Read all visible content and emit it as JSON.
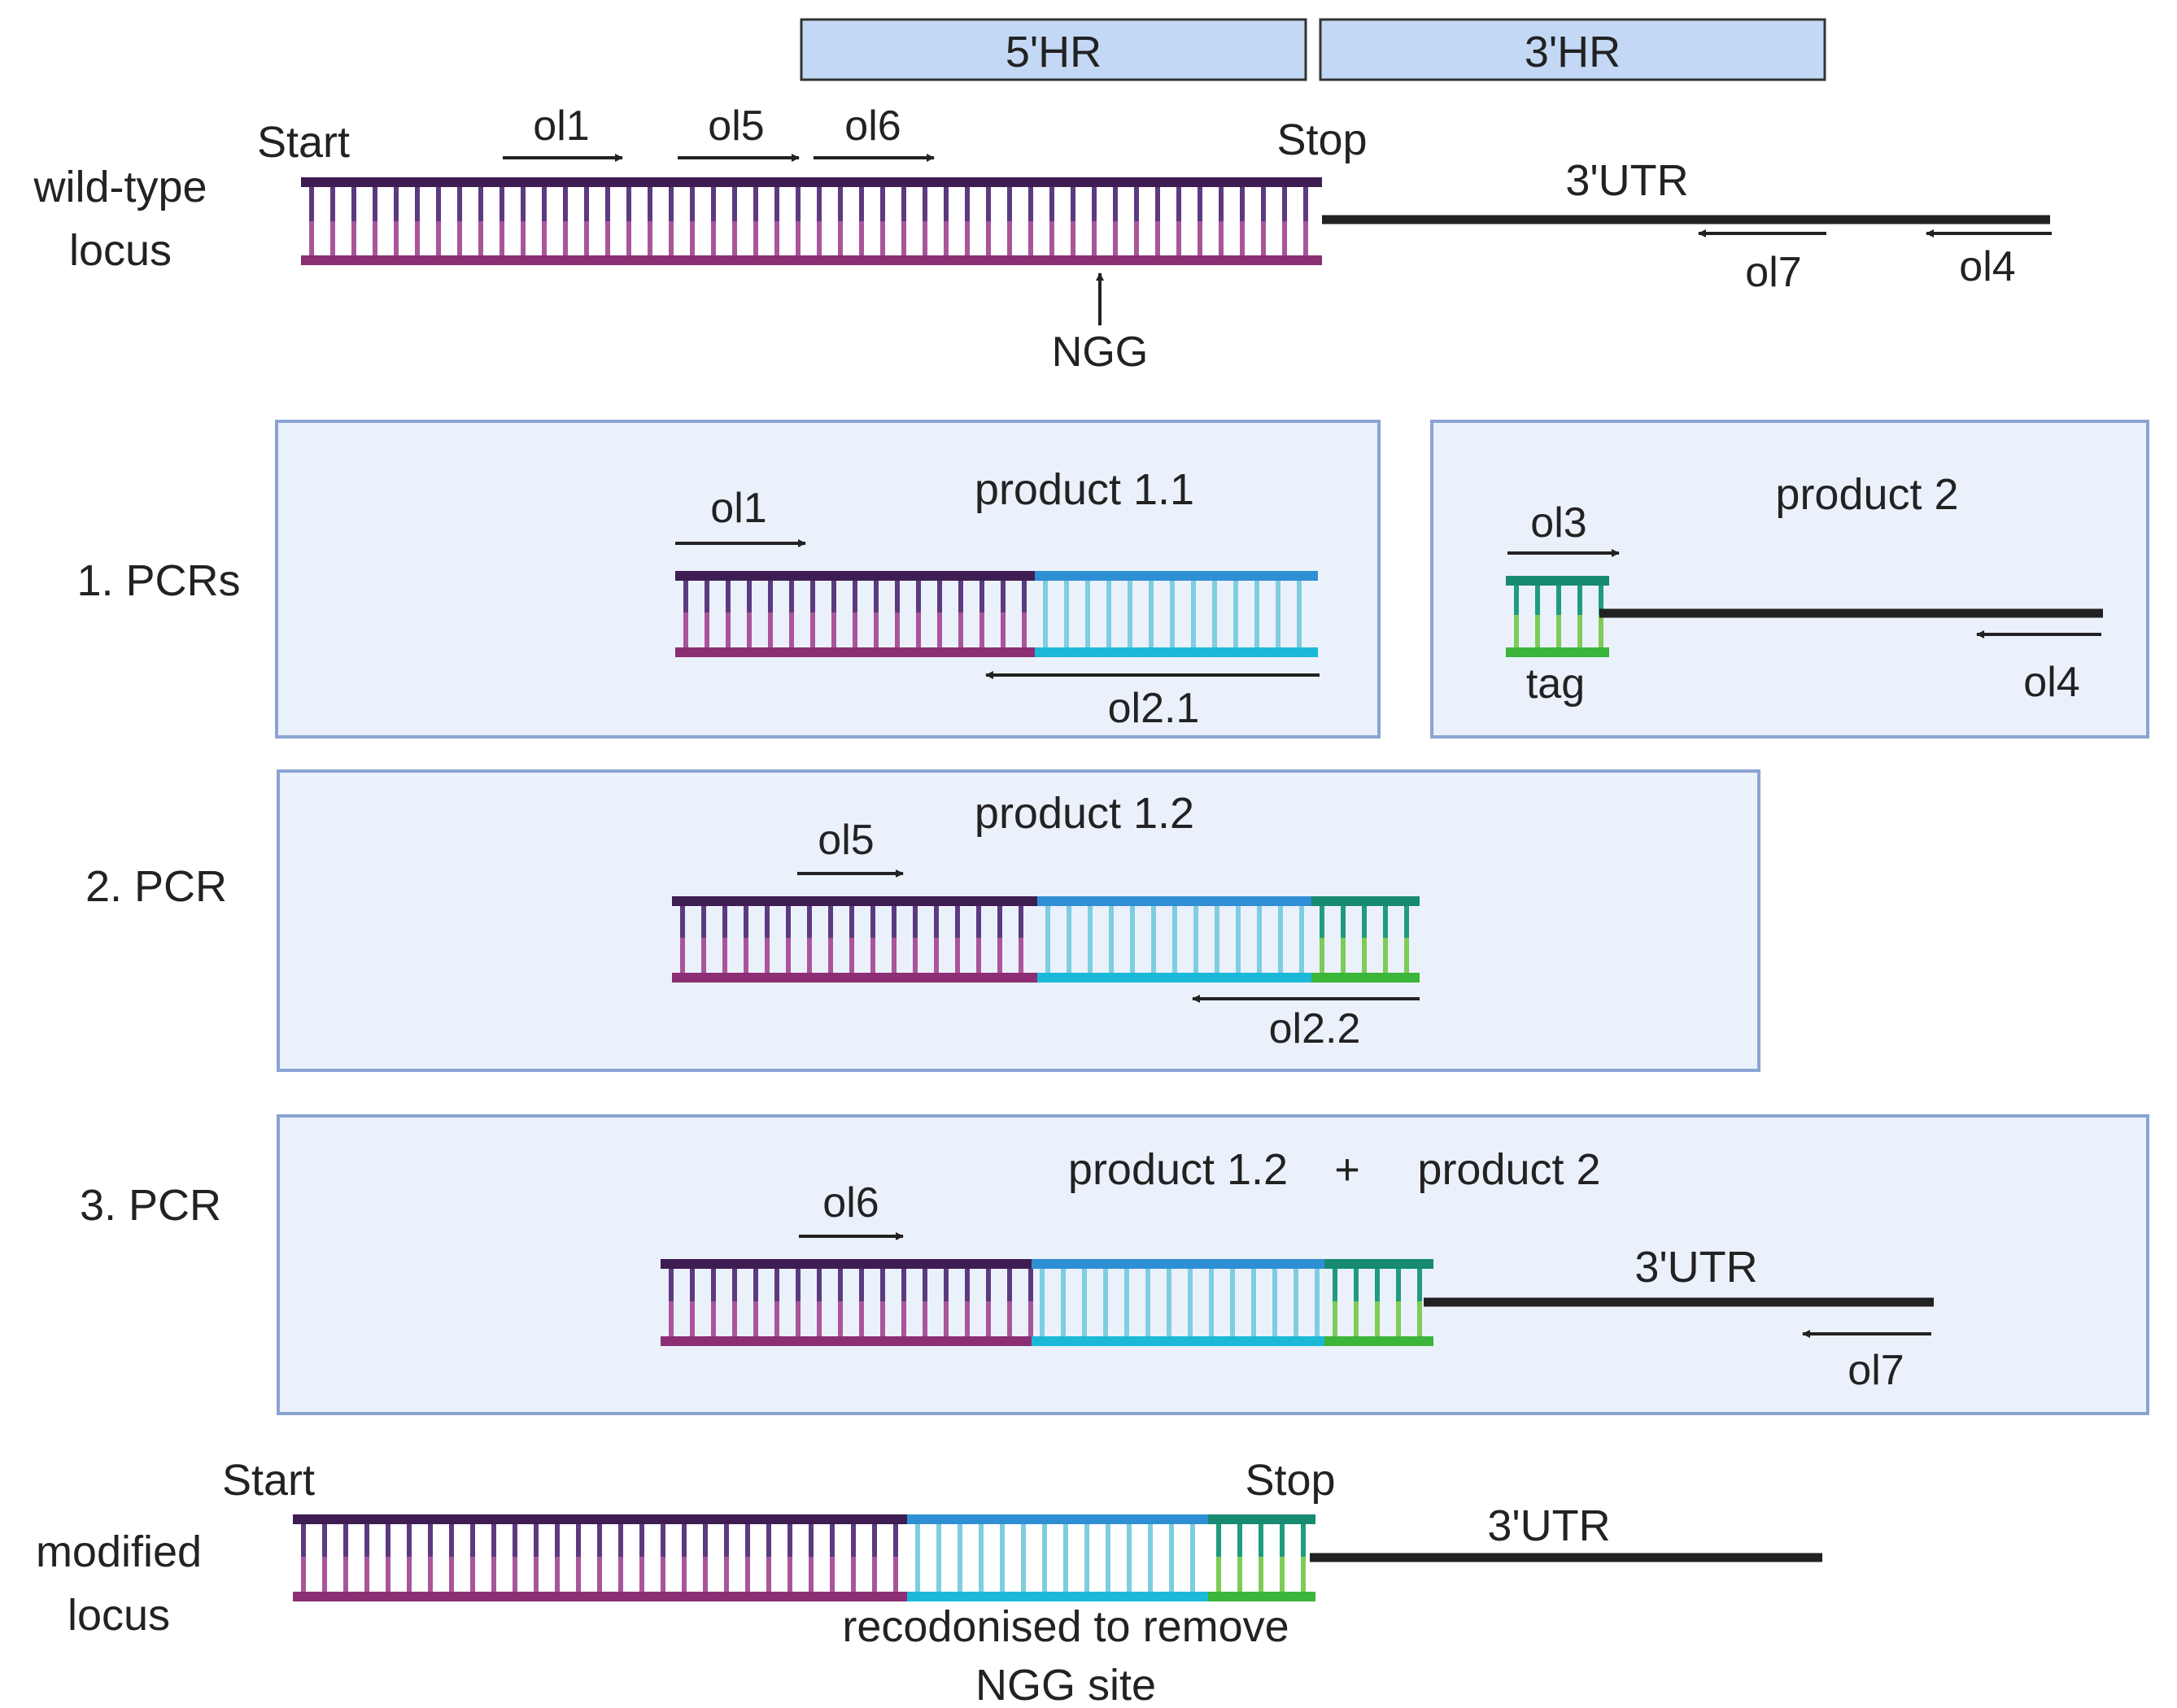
{
  "colors": {
    "wildtype_top": "#3e1d52",
    "wildtype_bottom": "#8b2e73",
    "wildtype_rung_top": "#5c3a80",
    "wildtype_rung_bottom": "#a9559a",
    "recod_top": "#2f8fd4",
    "recod_bottom": "#1cb8d8",
    "recod_rung": "#7fcde0",
    "tag_top": "#178a72",
    "tag_bottom": "#3bb53a",
    "tag_rung_top": "#1f9c80",
    "tag_rung_bottom": "#7ccc57",
    "line": "#222222",
    "panel_fill": "#ebf1fb",
    "panel_border": "#8aa4d2",
    "hr_fill": "#c3d8f5"
  },
  "header": {
    "hr5": "5'HR",
    "hr3": "3'HR"
  },
  "wildtype": {
    "title_line1": "wild-type",
    "title_line2": "locus",
    "start": "Start",
    "stop": "Stop",
    "utr": "3'UTR",
    "pam": "NGG",
    "primers": {
      "ol1": "ol1",
      "ol5": "ol5",
      "ol6": "ol6",
      "ol7": "ol7",
      "ol4": "ol4"
    }
  },
  "step1": {
    "label": "1. PCRs",
    "product_a": "product 1.1",
    "primer_fwd": "ol1",
    "primer_rev": "ol2.1",
    "product_b": "product 2",
    "primer_b_fwd": "ol3",
    "primer_b_rev": "ol4",
    "tag": "tag"
  },
  "step2": {
    "label": "2. PCR",
    "product": "product 1.2",
    "primer_fwd": "ol5",
    "primer_rev": "ol2.2"
  },
  "step3": {
    "label": "3. PCR",
    "product_left": "product 1.2",
    "plus": "+",
    "product_right": "product 2",
    "primer_fwd": "ol6",
    "primer_rev": "ol7",
    "utr": "3'UTR"
  },
  "modified": {
    "title_line1": "modified",
    "title_line2": "locus",
    "start": "Start",
    "stop": "Stop",
    "utr": "3'UTR",
    "note_line1": "recodonised to remove",
    "note_line2": "NGG site"
  }
}
